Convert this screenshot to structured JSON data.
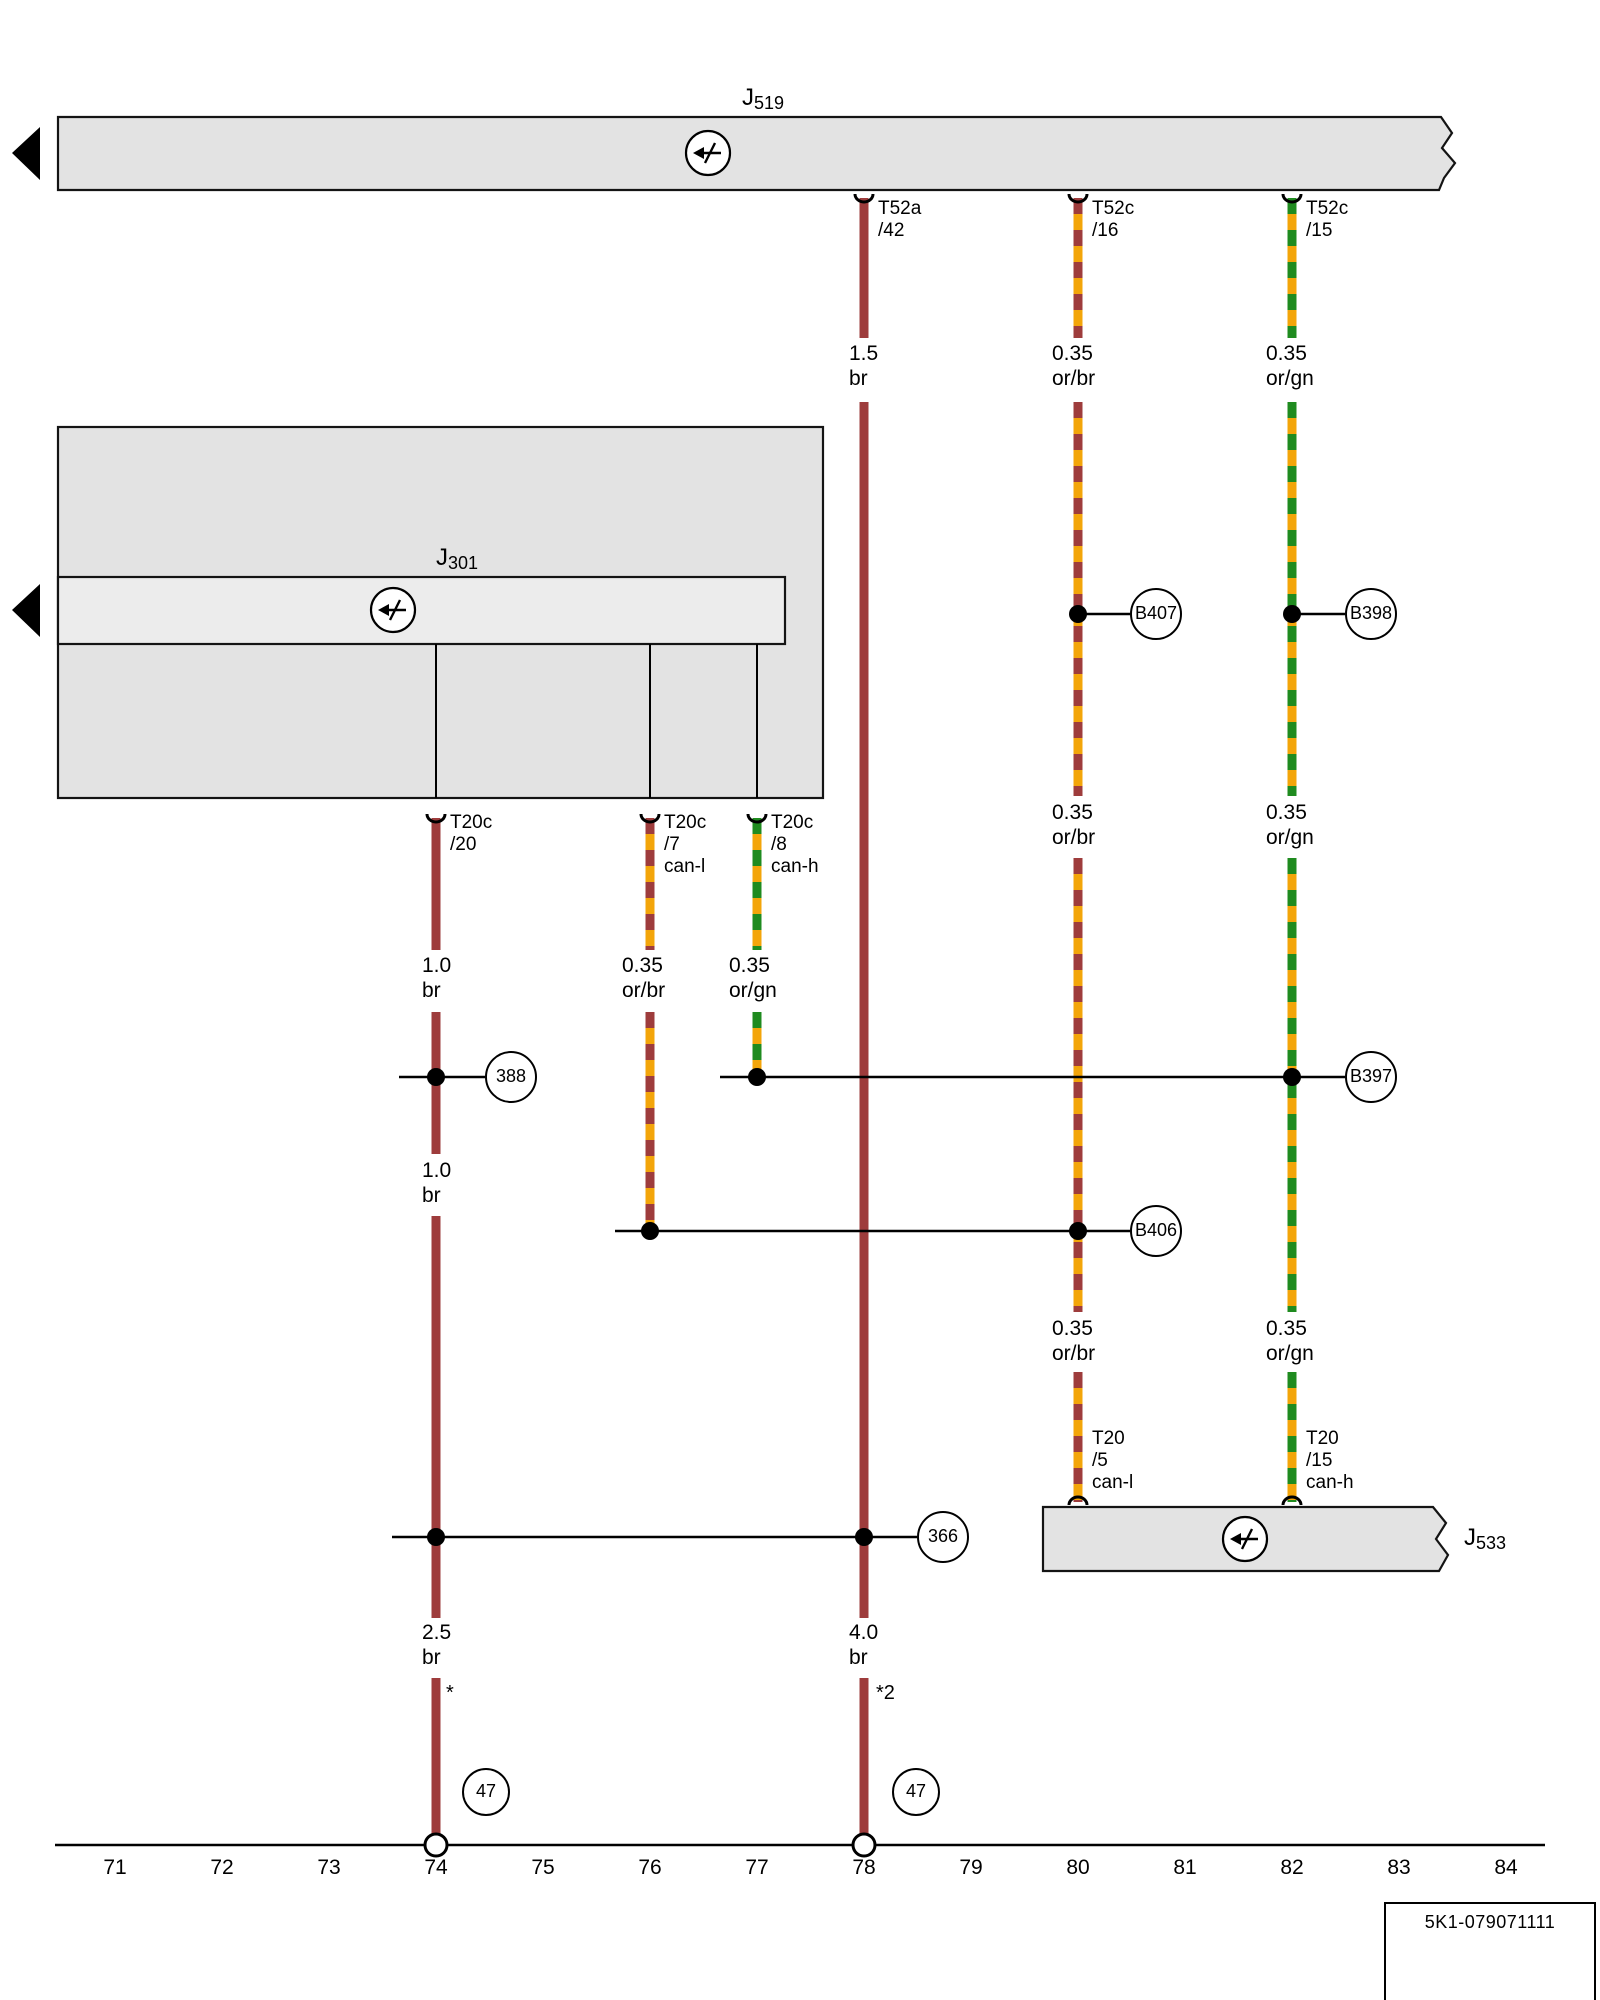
{
  "colors": {
    "brown": "#9e3c3c",
    "orange": "#f3a50a",
    "green": "#1f8b1f",
    "component_fill": "#e3e3e3"
  },
  "components": {
    "j519": {
      "letter": "J",
      "number": "519"
    },
    "j301": {
      "letter": "J",
      "number": "301"
    },
    "j533": {
      "letter": "J",
      "number": "533"
    }
  },
  "terminals": {
    "t52a_42": {
      "line1": "T52a",
      "line2": "/42"
    },
    "t52c_16": {
      "line1": "T52c",
      "line2": "/16"
    },
    "t52c_15": {
      "line1": "T52c",
      "line2": "/15"
    },
    "t20c_20": {
      "line1": "T20c",
      "line2": "/20"
    },
    "t20c_7": {
      "line1": "T20c",
      "line2": "/7",
      "line3": "can-l"
    },
    "t20c_8": {
      "line1": "T20c",
      "line2": "/8",
      "line3": "can-h"
    },
    "t20_5": {
      "line1": "T20",
      "line2": "/5",
      "line3": "can-l"
    },
    "t20_15": {
      "line1": "T20",
      "line2": "/15",
      "line3": "can-h"
    }
  },
  "wire_labels": {
    "w1_top": {
      "gauge": "1.5",
      "color": "br"
    },
    "w1_bot": {
      "gauge": "4.0",
      "color": "br"
    },
    "w2_top": {
      "gauge": "0.35",
      "color": "or/br"
    },
    "w2_mid": {
      "gauge": "0.35",
      "color": "or/br"
    },
    "w2_bot": {
      "gauge": "0.35",
      "color": "or/br"
    },
    "w3_top": {
      "gauge": "0.35",
      "color": "or/gn"
    },
    "w3_mid": {
      "gauge": "0.35",
      "color": "or/gn"
    },
    "w3_bot": {
      "gauge": "0.35",
      "color": "or/gn"
    },
    "w4_top": {
      "gauge": "1.0",
      "color": "br"
    },
    "w4_mid": {
      "gauge": "1.0",
      "color": "br"
    },
    "w4_bot": {
      "gauge": "2.5",
      "color": "br"
    },
    "w5": {
      "gauge": "0.35",
      "color": "or/br"
    },
    "w6": {
      "gauge": "0.35",
      "color": "or/gn"
    }
  },
  "junctions": {
    "c388": "388",
    "b407": "B407",
    "b398": "B398",
    "b397": "B397",
    "b406": "B406",
    "c366": "366",
    "g47_left": "47",
    "g47_right": "47"
  },
  "footnotes": {
    "star": "*",
    "star2": "*2"
  },
  "scale_numbers": [
    "71",
    "72",
    "73",
    "74",
    "75",
    "76",
    "77",
    "78",
    "79",
    "80",
    "81",
    "82",
    "83",
    "84"
  ],
  "doc_code": "5K1-079071111"
}
